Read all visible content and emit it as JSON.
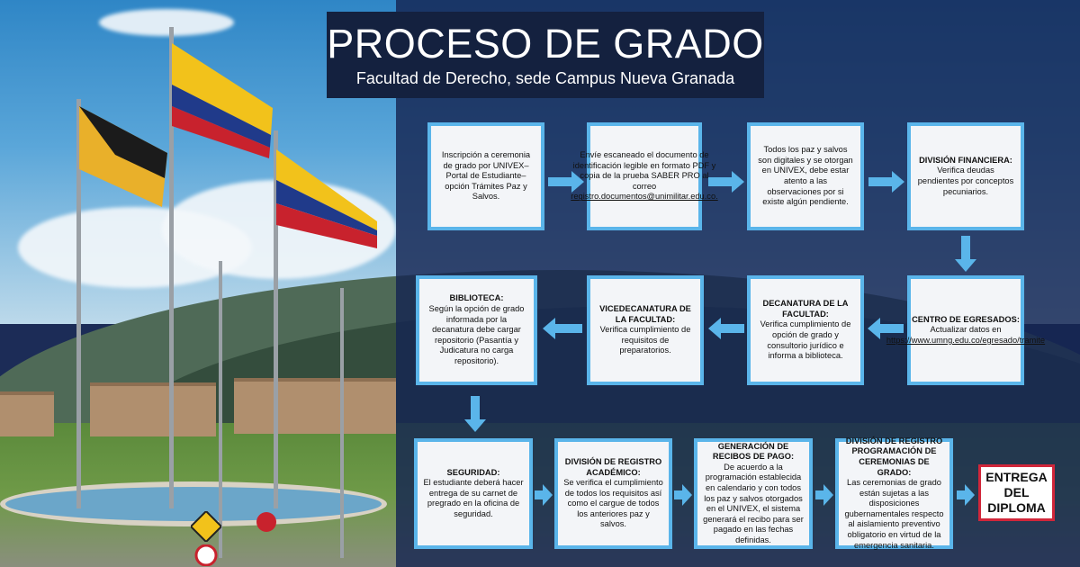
{
  "header": {
    "title": "PROCESO DE GRADO",
    "subtitle": "Facultad de Derecho, sede Campus Nueva Granada"
  },
  "steps": [
    {
      "id": "s1",
      "title": "",
      "body": "Inscripción a ceremonia de grado por UNIVEX–Portal de Estudiante–opción Trámites Paz y Salvos."
    },
    {
      "id": "s2",
      "title": "",
      "body": "Envíe escaneado el documento de identificación legible en formato PDF y copia de la prueba SABER PRO al correo",
      "link": "registro.documentos@unimilitar.edu.co."
    },
    {
      "id": "s3",
      "title": "",
      "body": "Todos los paz y salvos son digitales y se otorgan en UNIVEX, debe estar atento a las observaciones por si existe algún pendiente."
    },
    {
      "id": "s4",
      "title": "DIVISIÓN FINANCIERA:",
      "body": "Verifica deudas pendientes por conceptos pecuniarios."
    },
    {
      "id": "s5",
      "title": "CENTRO DE EGRESADOS:",
      "body": "Actualizar datos en",
      "link": "https://www.umng.edu.co/egresado/tramite"
    },
    {
      "id": "s6",
      "title": "DECANATURA DE LA FACULTAD:",
      "body": "Verifica cumplimiento de opción de grado y consultorio jurídico e informa a biblioteca."
    },
    {
      "id": "s7",
      "title": "VICEDECANATURA DE LA FACULTAD:",
      "body": "Verifica cumplimiento de requisitos de preparatorios."
    },
    {
      "id": "s8",
      "title": "BIBLIOTECA:",
      "body": "Según la opción de grado informada por la decanatura debe cargar repositorio (Pasantía y Judicatura no carga repositorio)."
    },
    {
      "id": "s9",
      "title": "SEGURIDAD:",
      "body": "El estudiante deberá hacer entrega de su carnet de pregrado en la oficina de seguridad."
    },
    {
      "id": "s10",
      "title": "DIVISIÓN DE REGISTRO ACADÉMICO:",
      "body": "Se verifica el cumplimiento de todos los requisitos así como el cargue de todos los anteriores paz y salvos."
    },
    {
      "id": "s11",
      "title": "GENERACIÓN DE RECIBOS DE PAGO:",
      "body": "De acuerdo a la programación establecida en calendario y con todos los paz y salvos otorgados en el UNIVEX, el sistema generará el recibo para ser pagado en las fechas definidas."
    },
    {
      "id": "s12",
      "title": "DIVISIÓN DE REGISTRO PROGRAMACIÓN DE CEREMONIAS DE GRADO:",
      "body": "Las ceremonias de grado están sujetas a las disposiciones gubernamentales respecto al aislamiento preventivo obligatorio en virtud de la emergencia sanitaria."
    }
  ],
  "final": {
    "label": "ENTREGA DEL DIPLOMA"
  },
  "colors": {
    "box_border": "#5ab5ea",
    "arrow": "#5ab5ea",
    "final_border": "#d1263a",
    "title_bg": "#14213f",
    "overlay": "#152452"
  },
  "icons": {
    "arrow": "arrow-icon"
  }
}
